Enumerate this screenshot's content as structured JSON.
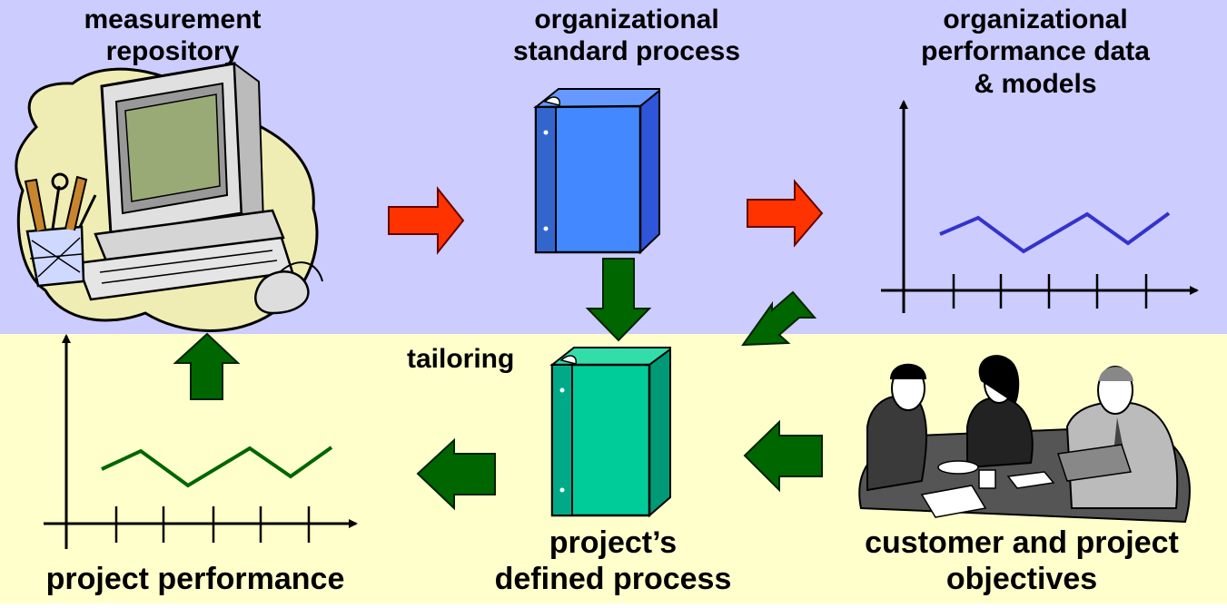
{
  "labels": {
    "measurement_repository": [
      "measurement",
      "repository"
    ],
    "org_standard_process": [
      "organizational",
      "standard process"
    ],
    "org_performance_data": [
      "organizational",
      "performance data",
      "& models"
    ],
    "tailoring": "tailoring",
    "project_defined_process": [
      "project’s",
      "defined process"
    ],
    "customer_objectives": [
      "customer and project",
      "objectives"
    ],
    "project_performance": "project performance"
  },
  "colors": {
    "top_band": "#ccccff",
    "bottom_band": "#ffffcc",
    "red_arrow": "#ff3300",
    "green_arrow": "#006600",
    "org_binder": "#3366ff",
    "project_binder": "#00cc99",
    "org_trend_line": "#3333cc",
    "project_trend_line": "#006600"
  },
  "icons": {
    "repository": "computer-clipart-icon",
    "standard_binder": "blue-binder-icon",
    "project_binder": "green-binder-icon",
    "meeting": "business-meeting-clipart-icon"
  }
}
